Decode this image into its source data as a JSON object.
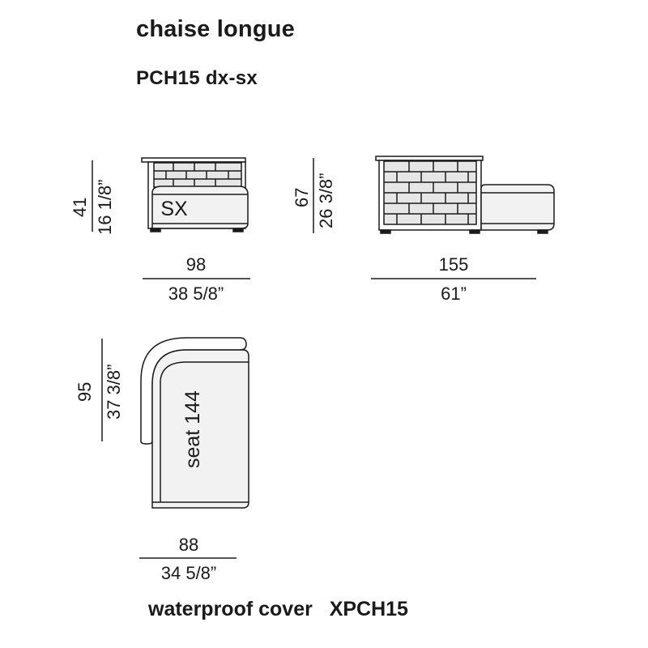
{
  "title": "chaise longue",
  "code": "PCH15 dx-sx",
  "footer": {
    "label": "waterproof cover",
    "code": "XPCH15"
  },
  "views": {
    "side": {
      "label": "SX",
      "height_cm": "41",
      "height_in": "16 1/8”",
      "width_cm": "98",
      "width_in": "38 5/8”"
    },
    "front": {
      "height_cm": "67",
      "height_in": "26 3/8”",
      "width_cm": "155",
      "width_in": "61”"
    },
    "top": {
      "label": "seat 144",
      "depth_cm": "95",
      "depth_in": "37 3/8”",
      "width_cm": "88",
      "width_in": "34 5/8”"
    }
  },
  "colors": {
    "line": "#1a1a1a",
    "panel": "#e6e6e6",
    "cushion": "#f2f2f2"
  }
}
